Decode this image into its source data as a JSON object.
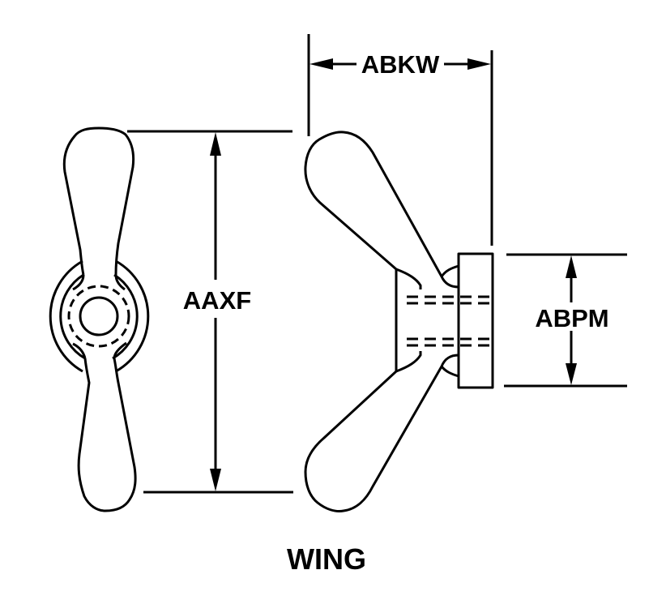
{
  "figure": {
    "title": "WING",
    "views": [
      "front-view",
      "side-view"
    ]
  },
  "dimensions": {
    "height_label": "AAXF",
    "wing_depth_label": "ABKW",
    "base_height_label": "ABPM"
  },
  "colors": {
    "line": "#000000",
    "background": "#ffffff"
  }
}
